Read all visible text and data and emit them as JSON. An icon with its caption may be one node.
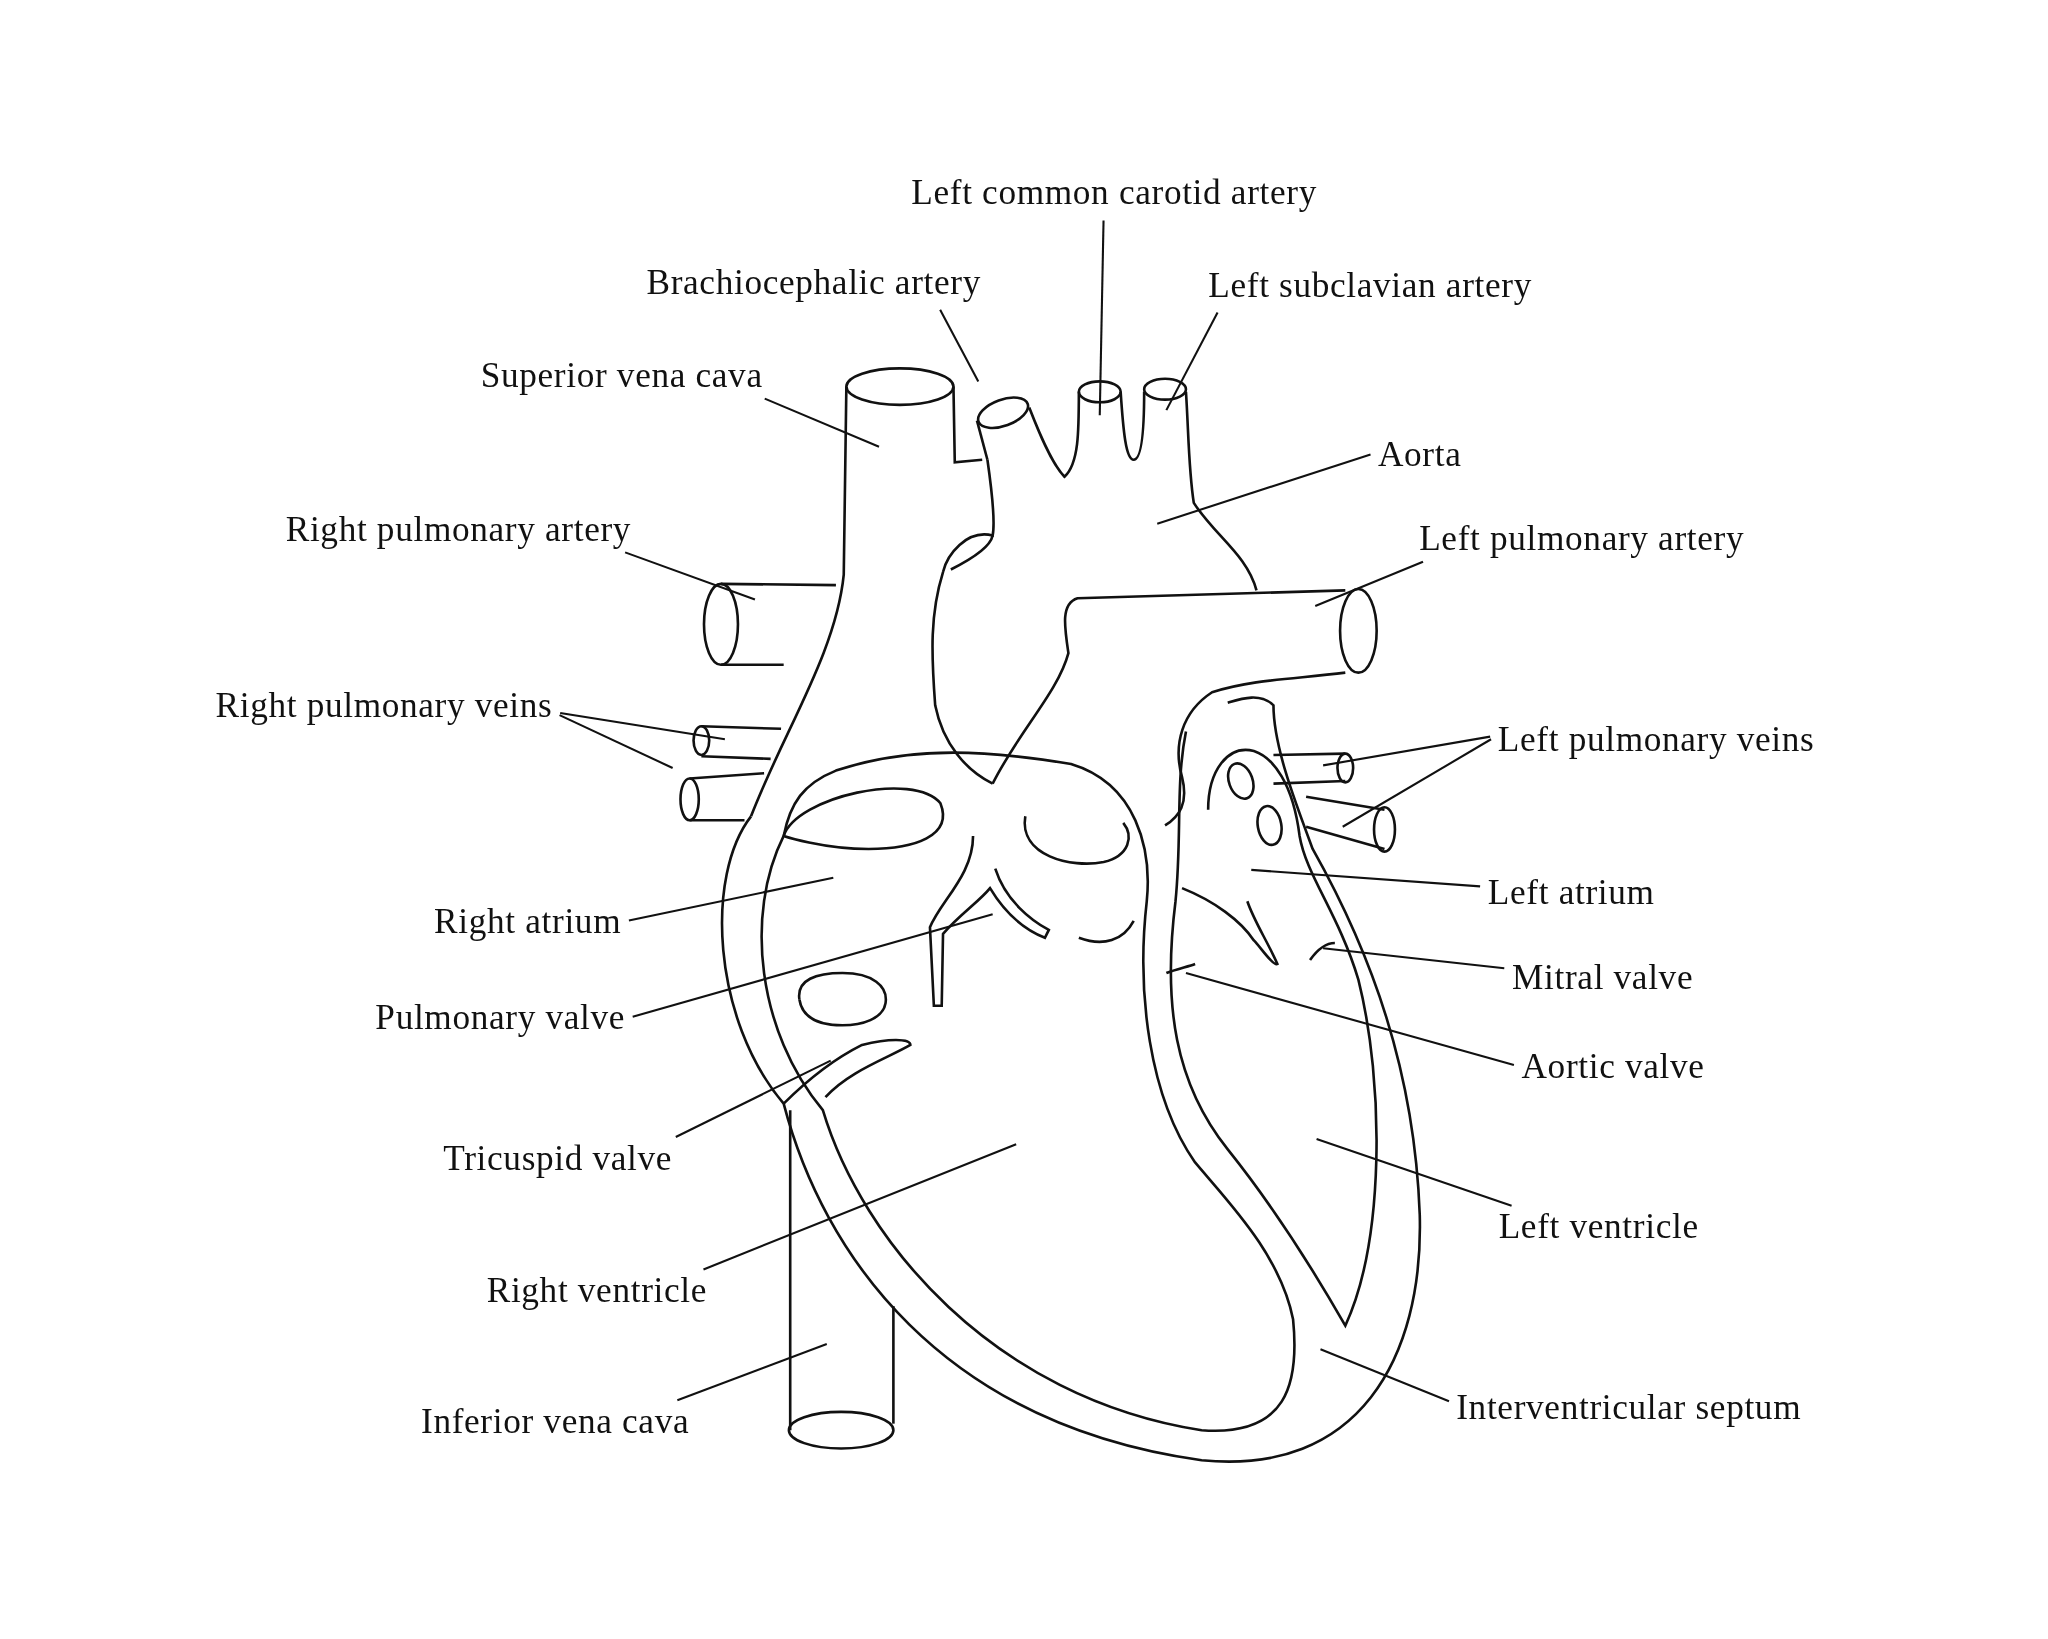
{
  "diagram": {
    "nodes": [
      {
        "text": [
          "Left common carotid artery"
        ]
      },
      {
        "text": [
          "Brachiocephalic artery"
        ]
      },
      {
        "text": [
          "Left subclavian artery"
        ]
      },
      {
        "text": [
          "Superior vena cava"
        ]
      },
      {
        "text": [
          "Aorta"
        ]
      },
      {
        "text": [
          "Right pulmonary artery"
        ]
      },
      {
        "text": [
          "Left pulmonary artery"
        ]
      },
      {
        "text": [
          "Right pulmonary veins"
        ]
      },
      {
        "text": [
          "Left pulmonary veins"
        ]
      },
      {
        "text": [
          "Right atrium"
        ]
      },
      {
        "text": [
          "Left atrium"
        ]
      },
      {
        "text": [
          "Pulmonary valve"
        ]
      },
      {
        "text": [
          "Mitral valve"
        ]
      },
      {
        "text": [
          "Aortic valve"
        ]
      },
      {
        "text": [
          "Tricuspid valve"
        ]
      },
      {
        "text": [
          "Left ventricle"
        ]
      },
      {
        "text": [
          "Right ventricle"
        ]
      },
      {
        "text": [
          "Inferior vena cava"
        ]
      },
      {
        "text": [
          "Interventricular septum"
        ]
      }
    ],
    "edges": [
      {
        "from": 0,
        "to": null,
        "arrow": "none"
      },
      {
        "from": 1,
        "to": null,
        "arrow": "none"
      },
      {
        "from": 2,
        "to": null,
        "arrow": "none"
      },
      {
        "from": 3,
        "to": null,
        "arrow": "none"
      },
      {
        "from": 4,
        "to": null,
        "arrow": "none"
      },
      {
        "from": 5,
        "to": null,
        "arrow": "none"
      },
      {
        "from": 6,
        "to": null,
        "arrow": "none"
      },
      {
        "from": 7,
        "to": null,
        "arrow": "none"
      },
      {
        "from": 7,
        "to": null,
        "arrow": "none"
      },
      {
        "from": 8,
        "to": null,
        "arrow": "none"
      },
      {
        "from": 8,
        "to": null,
        "arrow": "none"
      },
      {
        "from": 9,
        "to": null,
        "arrow": "none"
      },
      {
        "from": 10,
        "to": null,
        "arrow": "none"
      },
      {
        "from": 11,
        "to": null,
        "arrow": "none"
      },
      {
        "from": 12,
        "to": null,
        "arrow": "none"
      },
      {
        "from": 13,
        "to": null,
        "arrow": "none"
      },
      {
        "from": 14,
        "to": null,
        "arrow": "none"
      },
      {
        "from": 15,
        "to": null,
        "arrow": "none"
      },
      {
        "from": 16,
        "to": null,
        "arrow": "none"
      },
      {
        "from": 17,
        "to": null,
        "arrow": "none"
      },
      {
        "from": 18,
        "to": null,
        "arrow": "none"
      }
    ]
  }
}
